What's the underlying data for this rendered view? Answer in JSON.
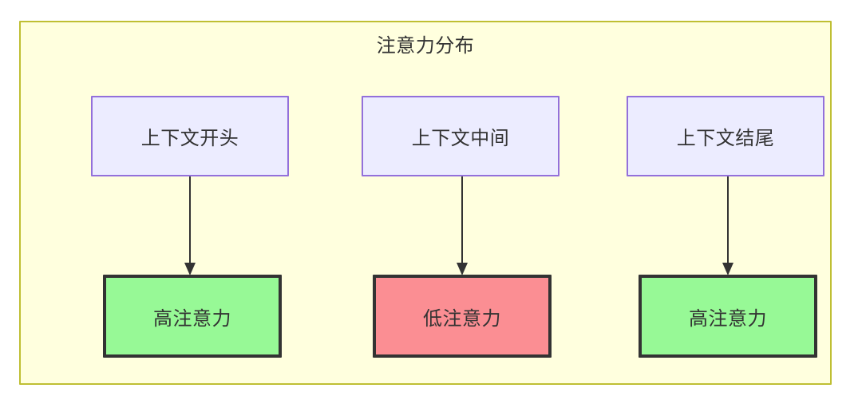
{
  "diagram": {
    "title": "注意力分布",
    "type": "flowchart",
    "colors": {
      "container_fill": "#ffffde",
      "container_border": "#bfbf33",
      "top_node_fill": "#ececff",
      "top_node_border": "#9370db",
      "high_attention_fill": "#97f996",
      "low_attention_fill": "#fb8e93",
      "node_border_dark": "#333333",
      "edge": "#333333",
      "text": "#333333"
    },
    "columns": [
      {
        "source": {
          "label": "上下文开头",
          "style": "lavender"
        },
        "target": {
          "label": "高注意力",
          "style": "green"
        }
      },
      {
        "source": {
          "label": "上下文中间",
          "style": "lavender"
        },
        "target": {
          "label": "低注意力",
          "style": "red"
        }
      },
      {
        "source": {
          "label": "上下文结尾",
          "style": "lavender"
        },
        "target": {
          "label": "高注意力",
          "style": "green"
        }
      }
    ],
    "edges": [
      {
        "from": "上下文开头",
        "to": "高注意力",
        "arrow": "down"
      },
      {
        "from": "上下文中间",
        "to": "低注意力",
        "arrow": "down"
      },
      {
        "from": "上下文结尾",
        "to": "高注意力",
        "arrow": "down"
      }
    ]
  }
}
